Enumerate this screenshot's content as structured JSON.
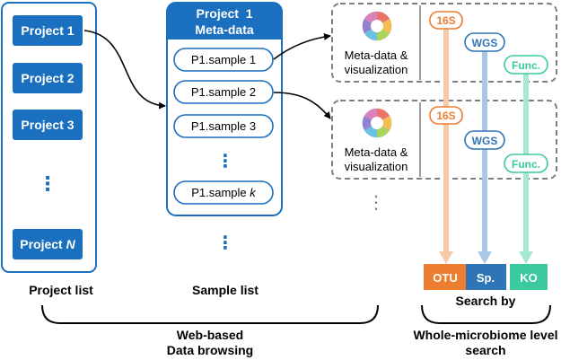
{
  "colors": {
    "blue": "#1A6FBF",
    "dashed": "#7F7F7F",
    "otu": "#ED7D31",
    "otu_light": "#F6C9A8",
    "sp": "#2E75B6",
    "sp_light": "#A9C8E8",
    "ko": "#3CC9A0",
    "ko_light": "#A6E8D3"
  },
  "projects": {
    "items": [
      "Project 1",
      "Project 2",
      "Project 3"
    ],
    "ellipsis": "⋮",
    "last_prefix": "Project ",
    "last_var": "N",
    "caption": "Project list"
  },
  "samples": {
    "header_line1": "Project  1",
    "header_line2": "Meta-data",
    "items": [
      "P1.sample 1",
      "P1.sample 2",
      "P1.sample 3"
    ],
    "ellipsis": "⋮",
    "last_prefix": "P1.sample ",
    "last_var": "k",
    "below_ellipsis": "⋮",
    "caption": "Sample list"
  },
  "metadata_panel": {
    "label_line1": "Meta-data &",
    "label_line2": "visualization",
    "ellipsis": "⋮"
  },
  "tags": {
    "s16": "16S",
    "wgs": "WGS",
    "func": "Func."
  },
  "results": {
    "otu": "OTU",
    "sp": "Sp.",
    "ko": "KO",
    "caption": "Search by"
  },
  "bottom": {
    "browsing_line1": "Web-based",
    "browsing_line2": "Data browsing",
    "search_line1": "Whole-microbiome level",
    "search_line2": "search"
  }
}
